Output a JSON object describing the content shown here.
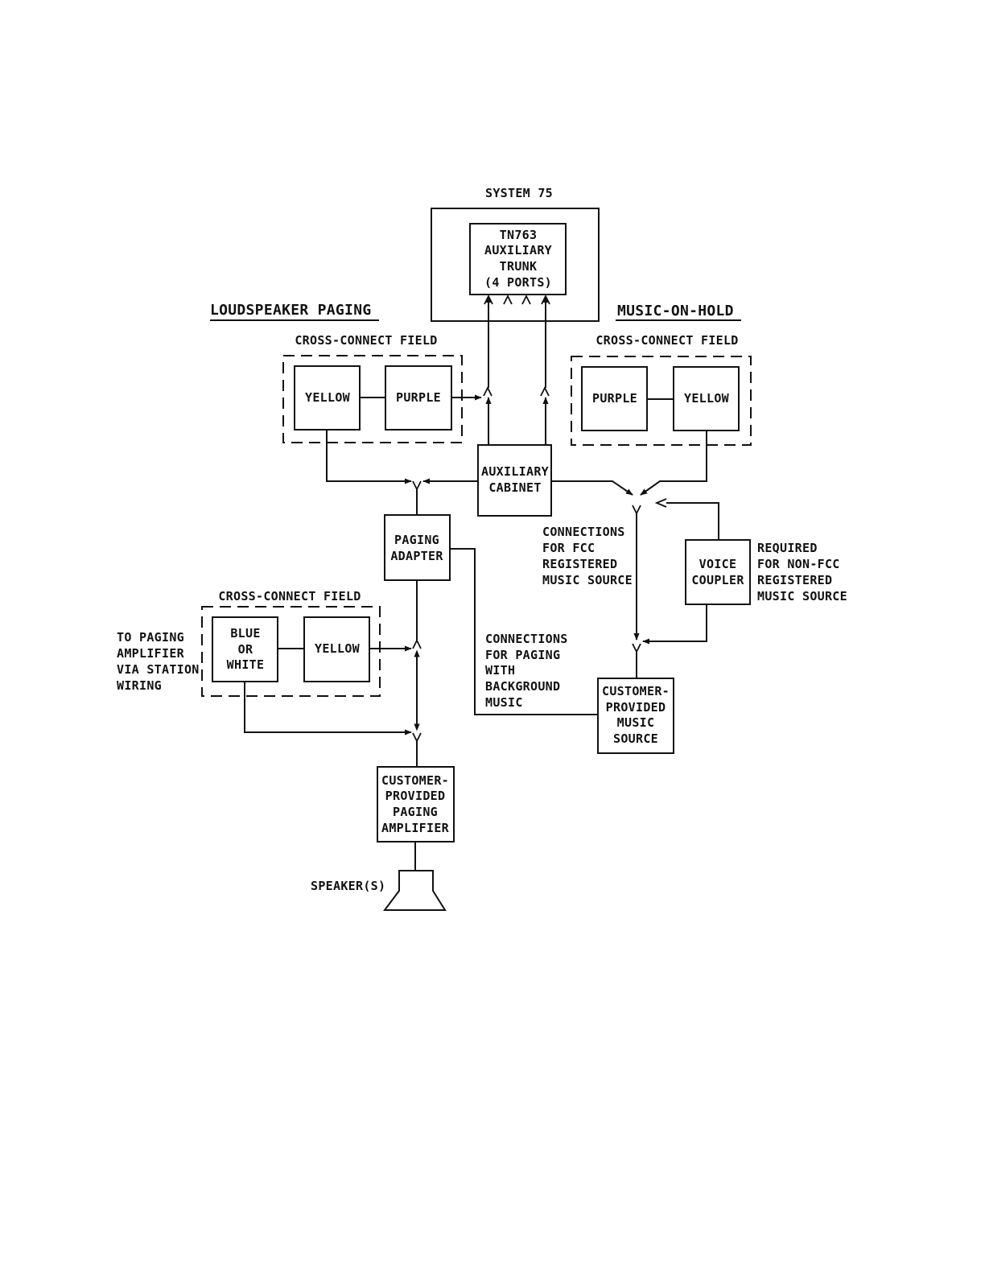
{
  "title": "SYSTEM 75",
  "trunk": [
    "TN763",
    "AUXILIARY",
    "TRUNK",
    "(4 PORTS)"
  ],
  "headings": {
    "left": "LOUDSPEAKER PAGING",
    "right": "MUSIC-ON-HOLD"
  },
  "cross_connect_label": "CROSS-CONNECT FIELD",
  "fields": {
    "paging_top": [
      "YELLOW",
      "PURPLE"
    ],
    "moh_top": [
      "PURPLE",
      "YELLOW"
    ],
    "paging_bottom_left": [
      "BLUE",
      "OR",
      "WHITE"
    ],
    "paging_bottom_right": "YELLOW"
  },
  "aux_cabinet": [
    "AUXILIARY",
    "CABINET"
  ],
  "paging_adapter": [
    "PAGING",
    "ADAPTER"
  ],
  "voice_coupler": [
    "VOICE",
    "COUPLER"
  ],
  "music_source": [
    "CUSTOMER-",
    "PROVIDED",
    "MUSIC",
    "SOURCE"
  ],
  "paging_amplifier": [
    "CUSTOMER-",
    "PROVIDED",
    "PAGING",
    "AMPLIFIER"
  ],
  "notes": {
    "fcc": [
      "CONNECTIONS",
      "FOR FCC",
      "REGISTERED",
      "MUSIC SOURCE"
    ],
    "non_fcc": [
      "REQUIRED",
      "FOR NON-FCC",
      "REGISTERED",
      "MUSIC SOURCE"
    ],
    "paging_bg": [
      "CONNECTIONS",
      "FOR PAGING",
      "WITH",
      "BACKGROUND",
      "MUSIC"
    ],
    "station": [
      "TO PAGING",
      "AMPLIFIER",
      "VIA STATION",
      "WIRING"
    ]
  },
  "speaker": "SPEAKER(S)"
}
